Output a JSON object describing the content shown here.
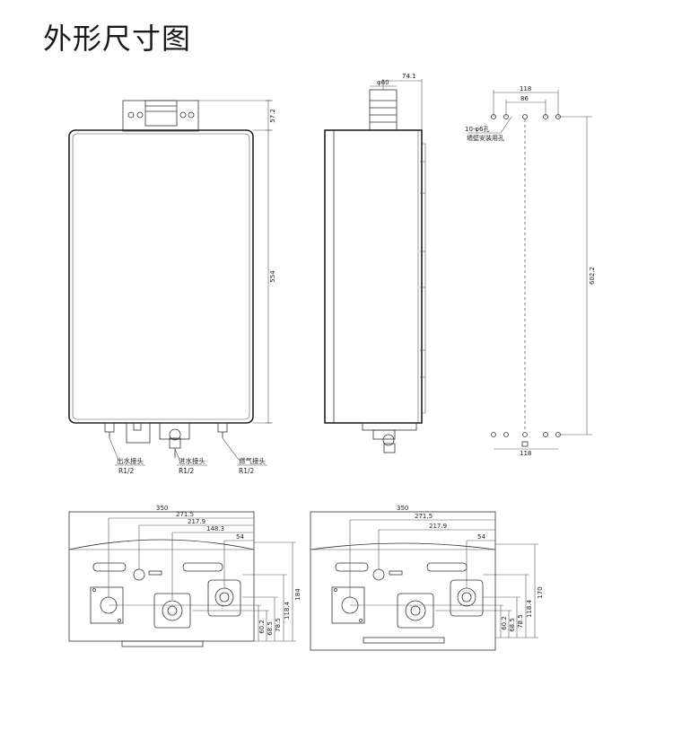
{
  "title": "外形尺寸图",
  "front_view": {
    "dim_bracket": "57.2",
    "dim_height": "554",
    "outlets": [
      {
        "name": "出水接头",
        "size": "R1/2"
      },
      {
        "name": "进水接头",
        "size": "R1/2"
      },
      {
        "name": "燃气接头",
        "size": "R1/2"
      }
    ]
  },
  "side_view": {
    "dim_flue_offset": "74.1",
    "dim_flue_dia": "φ60"
  },
  "mount_view": {
    "dim_top_outer": "118",
    "dim_top_inner": "86",
    "dim_hole_spacing": "602.2",
    "dim_bottom": "118",
    "hole_note": "10-φ6孔",
    "hole_note_sub": "墙壁安装用孔"
  },
  "bottom_view_left": {
    "dim_width": "350",
    "dim_a": "271.5",
    "dim_b": "217.9",
    "dim_c": "148.3",
    "dim_d": "54",
    "dim_depth": "184",
    "dim_v1": "118.4",
    "dim_v2": "78.5",
    "dim_v3": "68.5",
    "dim_v4": "60.2"
  },
  "bottom_view_right": {
    "dim_width": "350",
    "dim_a": "271.5",
    "dim_b": "217.9",
    "dim_d": "54",
    "dim_depth": "170",
    "dim_v1": "118.4",
    "dim_v2": "78.5",
    "dim_v3": "68.5",
    "dim_v4": "60.2"
  }
}
